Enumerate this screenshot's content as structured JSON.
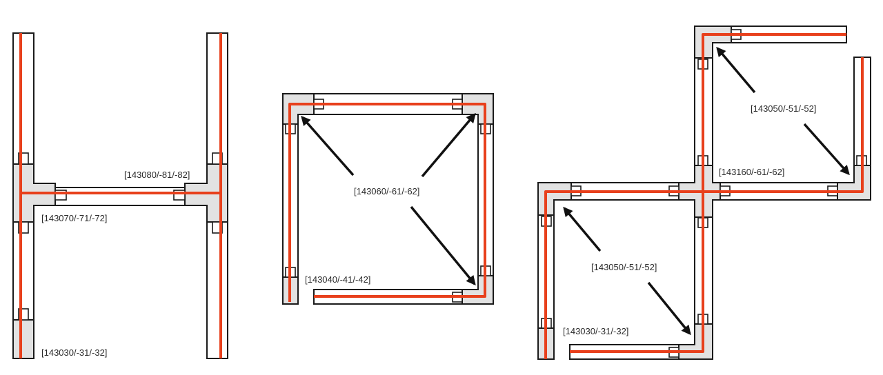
{
  "colors": {
    "wire": "#e8401c",
    "connector_fill": "#e2e2e2",
    "rail_fill": "#ffffff",
    "outline": "#1a1a1a"
  },
  "figures": [
    {
      "name": "h-frame",
      "labels": {
        "top_rail": "[143080/-81/-82]",
        "tee": "[143070/-71/-72]",
        "bottom_connector": "[143030/-31/-32]"
      }
    },
    {
      "name": "square-frame",
      "labels": {
        "corners": "[143060/-61/-62]",
        "bottom_corner": "[143040/-41/-42]"
      }
    },
    {
      "name": "stepped-frame",
      "labels": {
        "upper_corners": "[143050/-51/-52]",
        "cross_tee": "[143160/-61/-62]",
        "lower_corners": "[143050/-51/-52]",
        "bottom_corner": "[143030/-31/-32]"
      }
    }
  ]
}
